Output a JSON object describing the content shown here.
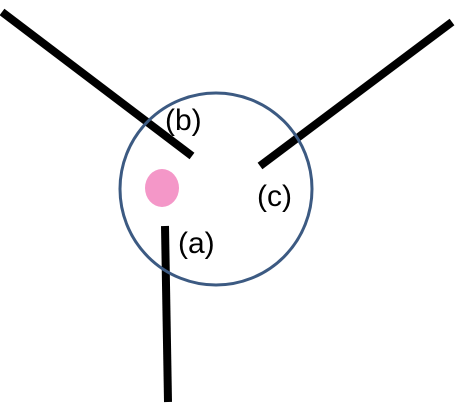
{
  "labels": {
    "a": "(a)",
    "b": "(b)",
    "c": "(c)"
  },
  "colors": {
    "line": "#000000",
    "circle": "#3c5a82",
    "dot": "#f497c8",
    "background": "#ffffff"
  }
}
